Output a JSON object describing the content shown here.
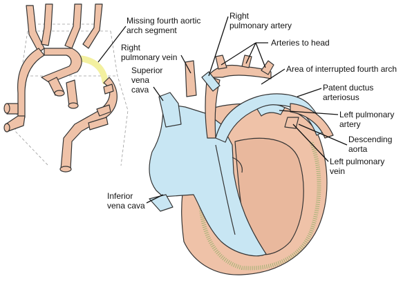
{
  "labels": {
    "missing_segment": [
      "Missing fourth aortic",
      "arch segment"
    ],
    "right_pulmonary_artery": [
      "Right",
      "pulmonary artery"
    ],
    "arteries_to_head": [
      "Arteries to head"
    ],
    "right_pulmonary_vein": [
      "Right",
      "pulmonary vein"
    ],
    "superior_vena_cava": [
      "Superior",
      "vena",
      "cava"
    ],
    "interrupted_arch": [
      "Area of interrupted fourth arch"
    ],
    "patent_ductus": [
      "Patent ductus",
      "arteriosus"
    ],
    "left_pulmonary_artery": [
      "Left pulmonary",
      "artery"
    ],
    "descending_aorta": [
      "Descending",
      "aorta"
    ],
    "left_pulmonary_vein": [
      "Left pulmonary",
      "vein"
    ],
    "inferior_vena_cava": [
      "Inferior",
      "vena cava"
    ]
  },
  "colors": {
    "tissue": "#efc2a8",
    "blood": "#c8e6f3",
    "missing_segment_highlight": "#f3f0a0",
    "outline": "#333333",
    "stipple": "#8fae66"
  }
}
